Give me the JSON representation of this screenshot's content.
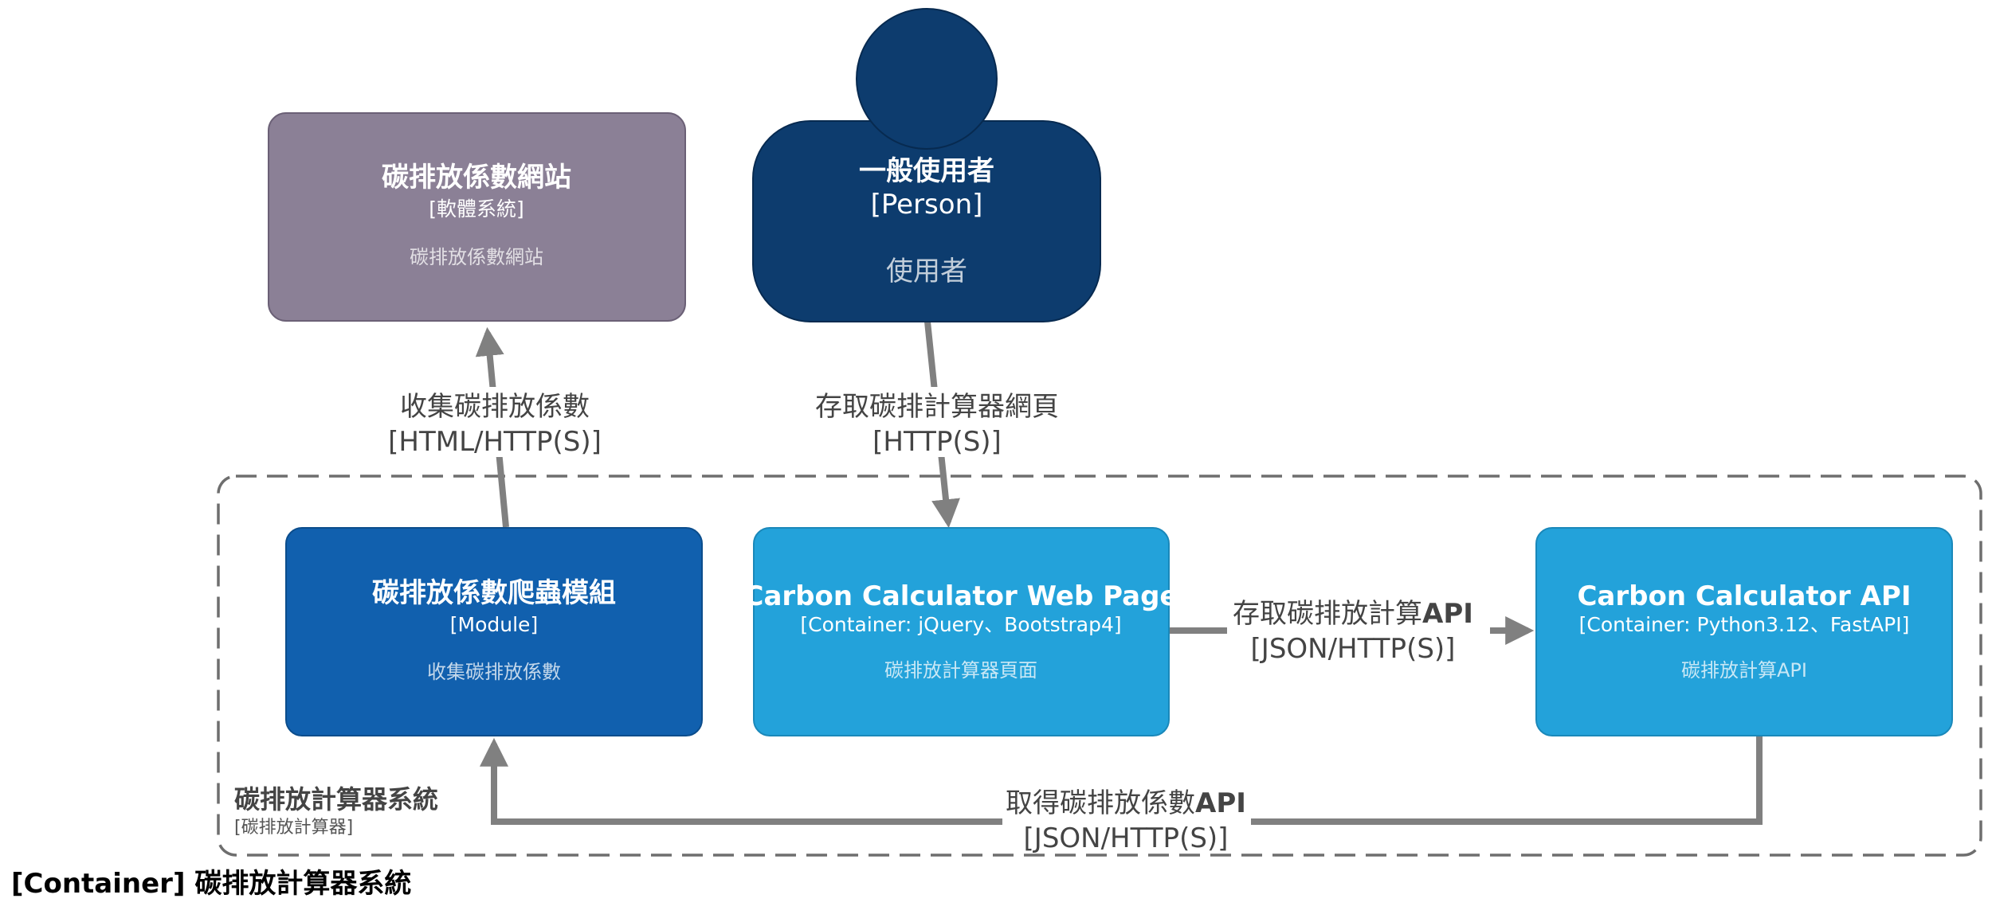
{
  "diagram_title": "[Container] 碳排放計算器系統",
  "boundary": {
    "label": "碳排放計算器系統",
    "type": "[碳排放計算器]"
  },
  "external_system": {
    "title": "碳排放係數網站",
    "type": "[軟體系統]",
    "description": "碳排放係數網站",
    "color": "#8B8096"
  },
  "person": {
    "title": "一般使用者",
    "type": "[Person]",
    "description": "使用者",
    "color": "#0D3C6E"
  },
  "containers": [
    {
      "title": "碳排放係數爬蟲模組",
      "type": "[Module]",
      "description": "收集碳排放係數",
      "color": "#1160AE"
    },
    {
      "title": "Carbon Calculator Web Page",
      "type": "[Container: jQuery、Bootstrap4]",
      "description": "碳排放計算器頁面",
      "color": "#23A2DA"
    },
    {
      "title": "Carbon Calculator API",
      "type": "[Container: Python3.12、FastAPI]",
      "description": "碳排放計算API",
      "color": "#23A2DA"
    }
  ],
  "relations": [
    {
      "label": "收集碳排放係數",
      "protocol": "[HTML/HTTP(S)]"
    },
    {
      "label": "存取碳排計算器網頁",
      "protocol": "[HTTP(S)]"
    },
    {
      "label_main": "存取碳排放計算",
      "label_suffix": "API",
      "protocol": "[JSON/HTTP(S)]"
    },
    {
      "label_main": "取得碳排放係數",
      "label_suffix": "API",
      "protocol": "[JSON/HTTP(S)]"
    }
  ],
  "colors": {
    "edge": "#808080",
    "boundary": "#6E6E6E"
  }
}
